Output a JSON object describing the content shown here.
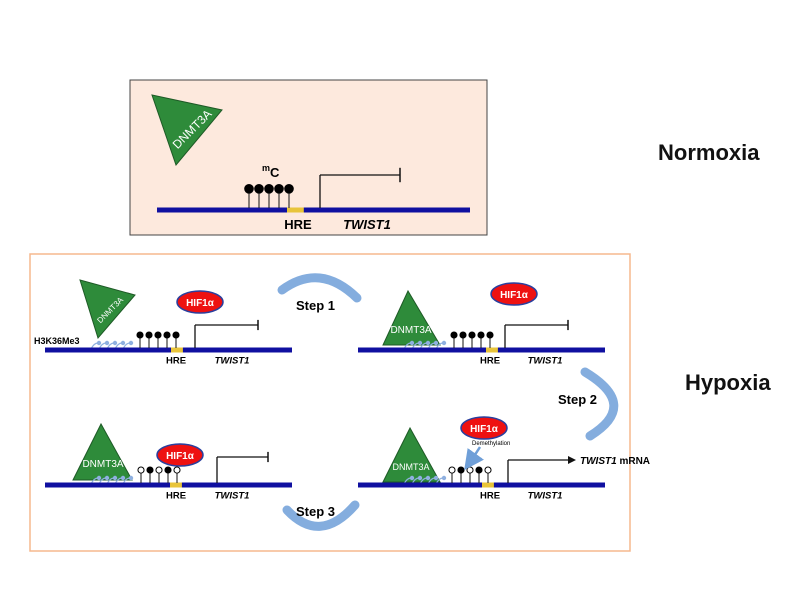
{
  "conditions": {
    "normoxia": "Normoxia",
    "hypoxia": "Hypoxia"
  },
  "labels": {
    "dnmt3a": "DNMT3A",
    "hif1a": "HIF1α",
    "hre": "HRE",
    "twist1": "TWIST1",
    "methyl_c_superscript": "m",
    "methyl_c": "C",
    "h3k36me3": "H3K36Me3",
    "demethylation": "Demethylation",
    "twist1_mrna_gene": "TWIST1",
    "twist1_mrna_suffix": " mRNA"
  },
  "steps": [
    "Step 1",
    "Step 2",
    "Step 3"
  ],
  "colors": {
    "dna": "#1010a0",
    "dnmt3a": "#2e8b3a",
    "hif1a": "#ee1111",
    "hre": "#e8c43a",
    "normoxia_panel": "#fde9dd",
    "hypoxia_border": "#f5b88e",
    "histone": "#8fb0e0",
    "arrow": "#6f9fd8"
  },
  "panels": [
    {
      "id": "normoxia",
      "methyl_states": [
        "filled",
        "filled",
        "filled",
        "filled",
        "filled"
      ],
      "histone_marks": 0,
      "hif1a": false,
      "transcribed": false
    },
    {
      "id": "hypoxia-a",
      "methyl_states": [
        "filled",
        "filled",
        "filled",
        "filled",
        "filled"
      ],
      "histone_marks": 5,
      "hif1a": true,
      "transcribed": false
    },
    {
      "id": "hypoxia-b",
      "methyl_states": [
        "filled",
        "filled",
        "filled",
        "filled",
        "filled"
      ],
      "histone_marks": 5,
      "hif1a": true,
      "transcribed": false
    },
    {
      "id": "hypoxia-c",
      "methyl_states": [
        "open",
        "filled",
        "open",
        "filled",
        "open"
      ],
      "histone_marks": 5,
      "hif1a": true,
      "transcribed": false
    },
    {
      "id": "hypoxia-d",
      "methyl_states": [
        "open",
        "filled",
        "open",
        "filled",
        "open"
      ],
      "histone_marks": 5,
      "hif1a": true,
      "transcribed": true
    }
  ]
}
